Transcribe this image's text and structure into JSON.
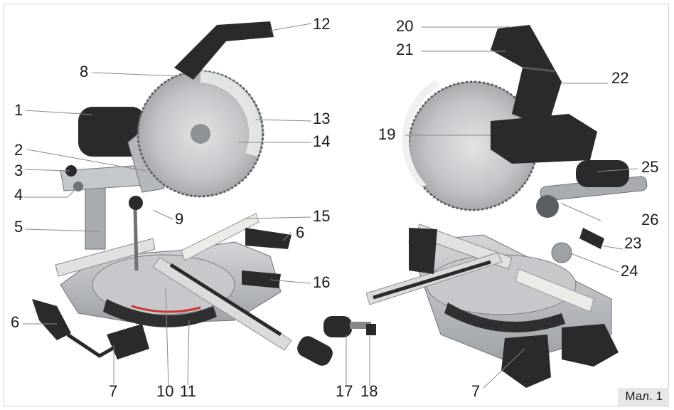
{
  "figure_label": "Мал. 1",
  "callouts": [
    "1",
    "2",
    "3",
    "4",
    "5",
    "6",
    "6",
    "7",
    "7",
    "8",
    "9",
    "10",
    "11",
    "12",
    "13",
    "14",
    "15",
    "16",
    "17",
    "18",
    "19",
    "20",
    "21",
    "22",
    "23",
    "24",
    "25",
    "26"
  ],
  "colors": {
    "body": "#b9bcc1",
    "body_dark": "#8e9297",
    "rubber": "#2a2a2c",
    "blade": "#c9cacc",
    "guard": "#e4e5e7",
    "ruler": "#d9d9d6",
    "red_scale": "#c8362c",
    "leader": "#888888",
    "tag_bg": "#e6e7e9"
  },
  "icons": [
    "saw-left-view",
    "saw-right-view"
  ]
}
